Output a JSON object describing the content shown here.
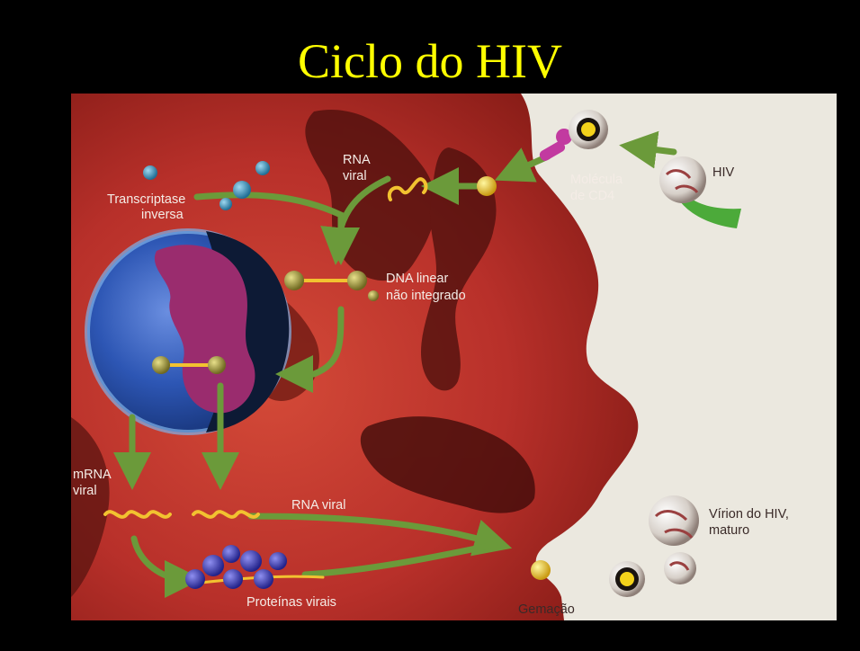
{
  "title": "Ciclo do HIV",
  "labels": {
    "transcriptase": [
      "Transcriptase",
      "inversa"
    ],
    "rna_viral_top": [
      "RNA",
      "viral"
    ],
    "cd4": [
      "Molécula",
      "de CD4"
    ],
    "hiv": "HIV",
    "dna_linear": [
      "DNA linear",
      "não integrado"
    ],
    "mrna": [
      "mRNA",
      "viral"
    ],
    "rna_viral_bottom": "RNA viral",
    "virion": [
      "Vírion do HIV,",
      "maturo"
    ],
    "proteinas": "Proteínas virais",
    "gemacao": "Gemação"
  },
  "colors": {
    "title": "#ffff00",
    "cell": "#c2362a",
    "cell_dark": "#4a0f0c",
    "background_right": "#ebe8df",
    "arrow": "#6b9a3a",
    "nucleus": "#2f58b8",
    "chromatin": "#9a2c6e",
    "rna": "#f2c230",
    "enzyme": "#3d94bd",
    "protein": "#3c3cc0"
  }
}
